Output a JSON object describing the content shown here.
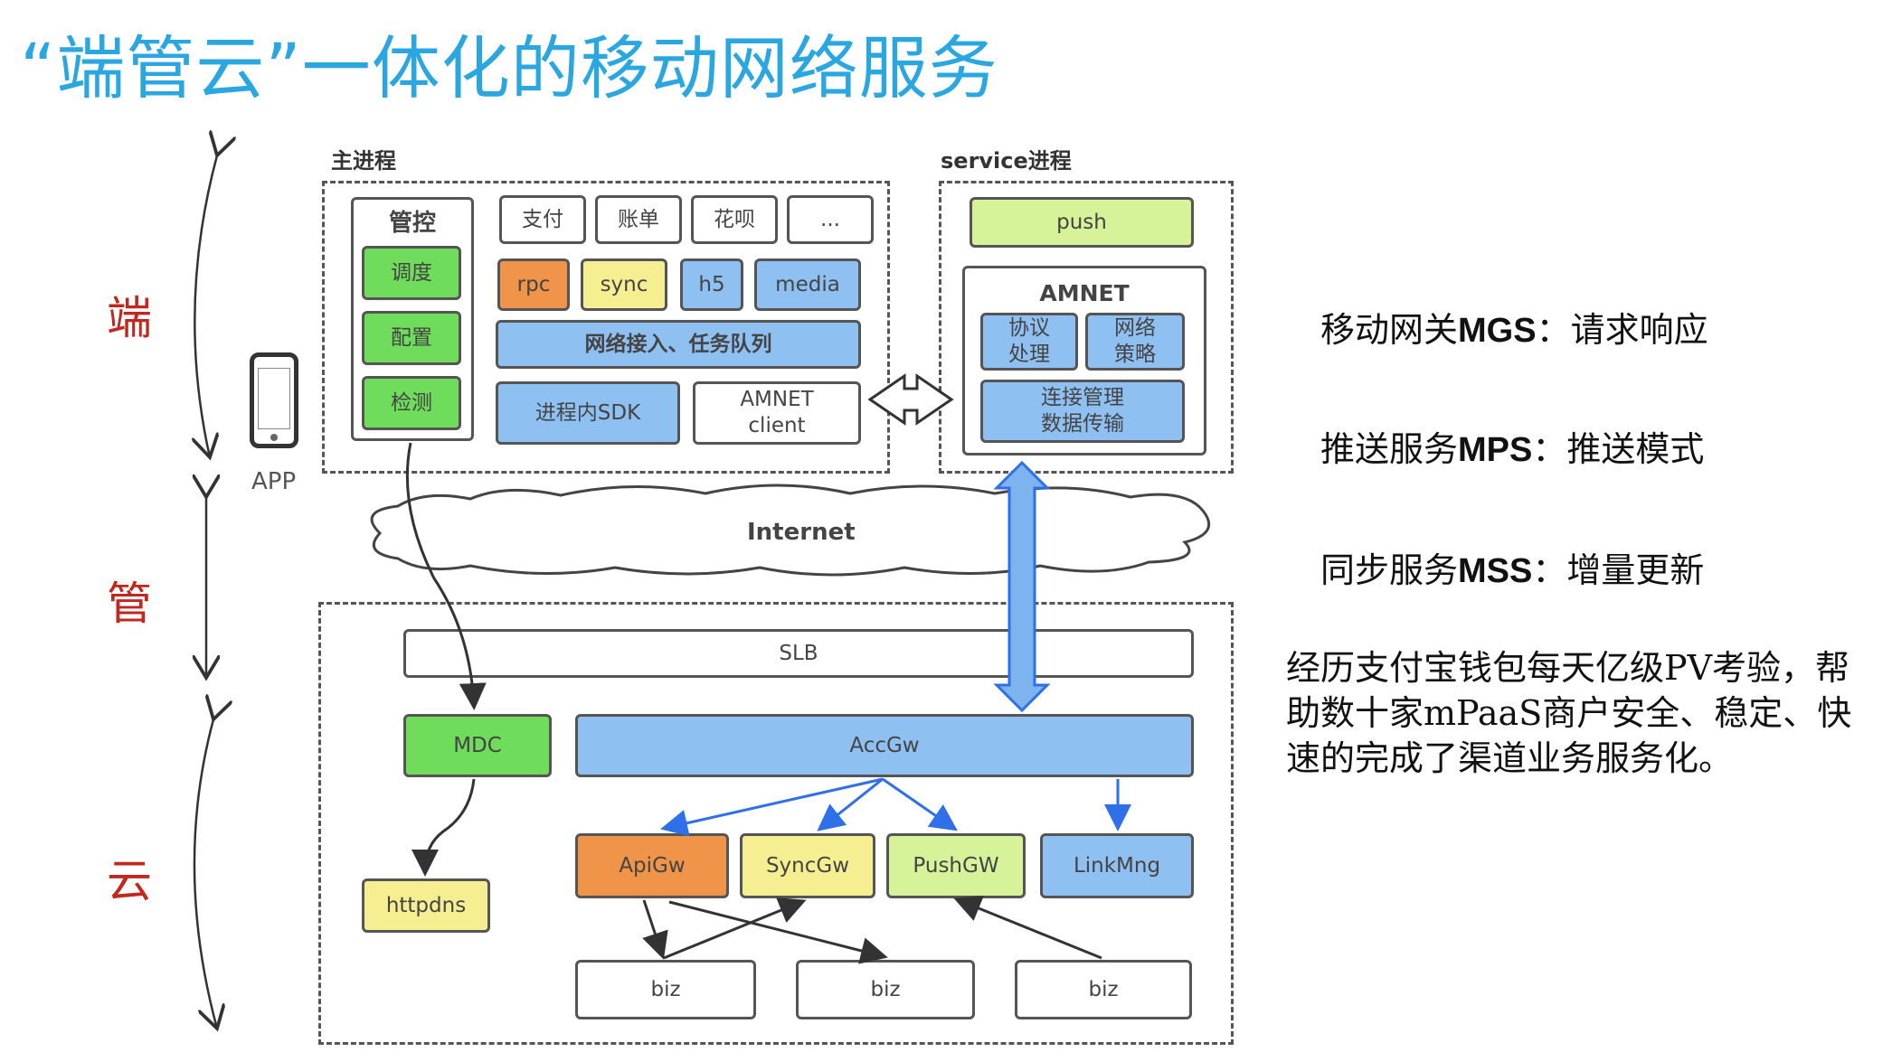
{
  "title": "“端管云”一体化的移动网络服务",
  "side_labels": {
    "duan": "端",
    "guan": "管",
    "yun": "云"
  },
  "app_label": "APP",
  "main_process": {
    "label": "主进程",
    "control": {
      "title": "管控",
      "items": [
        "调度",
        "配置",
        "检测"
      ]
    },
    "business_tabs": [
      "支付",
      "账单",
      "花呗",
      "..."
    ],
    "protocols": [
      "rpc",
      "sync",
      "h5",
      "media"
    ],
    "network_queue": "网络接入、任务队列",
    "sdk": "进程内SDK",
    "amnet_client": "AMNET\nclient"
  },
  "service_process": {
    "label": "service进程",
    "push": "push",
    "amnet_title": "AMNET",
    "protocol_handling": "协议\n处理",
    "network_policy": "网络\n策略",
    "conn_mgmt": "连接管理\n数据传输"
  },
  "internet": "Internet",
  "cloud": {
    "slb": "SLB",
    "mdc": "MDC",
    "accgw": "AccGw",
    "httpdns": "httpdns",
    "gateways": [
      "ApiGw",
      "SyncGw",
      "PushGW",
      "LinkMng"
    ],
    "biz": [
      "biz",
      "biz",
      "biz"
    ]
  },
  "services": [
    {
      "name": "移动网关",
      "code": "MGS",
      "sep": "：",
      "desc": "请求响应"
    },
    {
      "name": "推送服务",
      "code": "MPS",
      "sep": "：",
      "desc": "推送模式"
    },
    {
      "name": "同步服务",
      "code": "MSS",
      "sep": "：",
      "desc": "增量更新"
    }
  ],
  "summary": "经历支付宝钱包每天亿级PV考验，帮助数十家mPaaS商户安全、稳定、快速的完成了渠道业务服务化。",
  "colors": {
    "title": "#2aa7e1",
    "side_label": "#c0281f",
    "green": "#6fdc5c",
    "blue": "#8fc0f2",
    "orange": "#ef9448",
    "yellow": "#f6ef92",
    "light_green": "#d6f39a",
    "arrow_blue": "#2f6fe8"
  }
}
